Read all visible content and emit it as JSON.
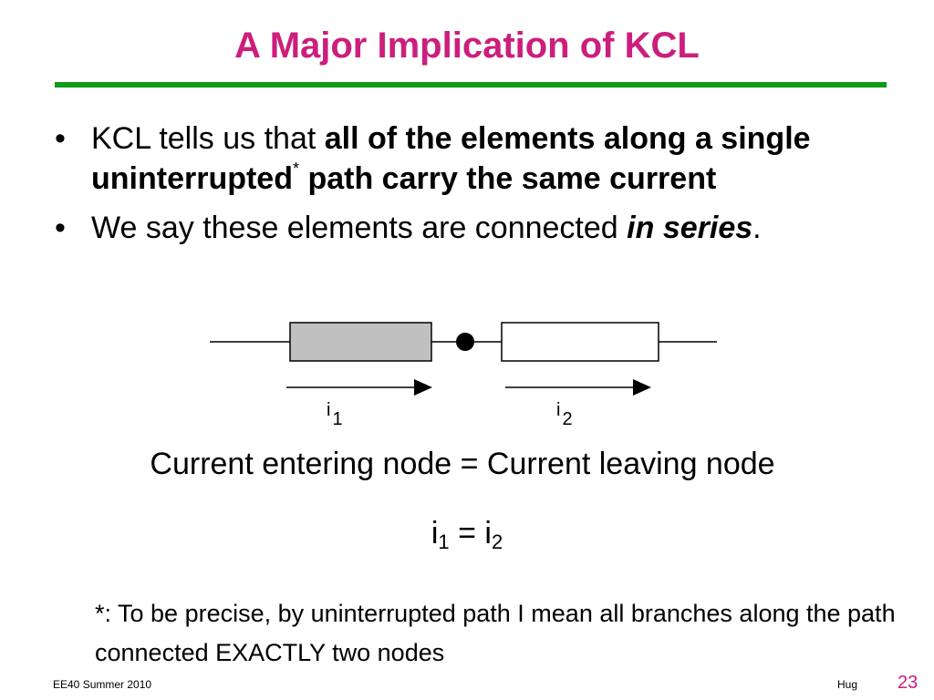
{
  "title": "A Major Implication of KCL",
  "bullet1": {
    "marker": "•",
    "lead": "KCL tells us that ",
    "bold_part1": "all of the elements along a single uninterrupted",
    "superscript": "*",
    "bold_part2": " path carry the same current"
  },
  "bullet2": {
    "marker": "•",
    "lead": "We say these elements are connected ",
    "emphasis": "in series",
    "trail": "."
  },
  "circuit": {
    "label1": "i",
    "label1_sub": "1",
    "label2": "i",
    "label2_sub": "2",
    "element1_fill": "#c0c0c0",
    "element2_fill": "#ffffff"
  },
  "caption": "Current entering node = Current leaving node",
  "equation": {
    "lhs": "i",
    "lhs_sub": "1",
    "op": " = ",
    "rhs": "i",
    "rhs_sub": "2"
  },
  "footnote": "*: To be precise, by uninterrupted path I mean all branches along the path connected EXACTLY two nodes",
  "footer": {
    "course": "EE40 Summer 2010",
    "author": "Hug",
    "page": "23"
  },
  "colors": {
    "title": "#cc1e7d",
    "rule": "#0f9a18"
  }
}
